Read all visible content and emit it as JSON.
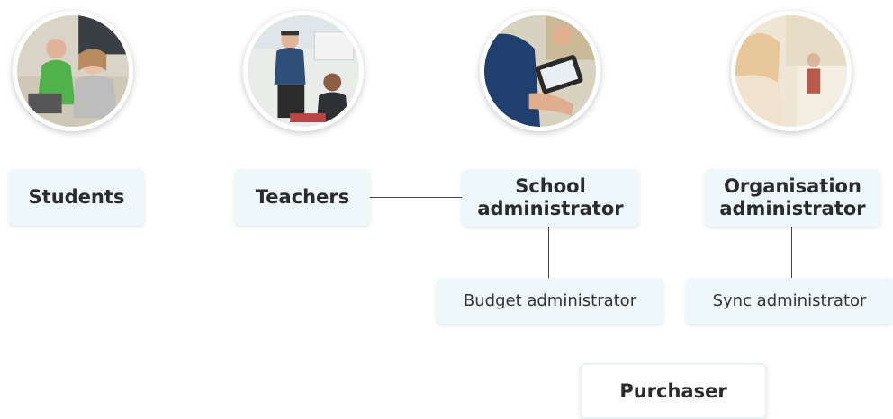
{
  "roles": {
    "students": "Students",
    "teachers": "Teachers",
    "school_admin": "School administrator",
    "org_admin": "Organisation administrator"
  },
  "sub_roles": {
    "budget_admin": "Budget administrator",
    "sync_admin": "Sync administrator"
  },
  "purchaser": "Purchaser",
  "colors": {
    "box_fill": "#eef7f9",
    "line": "#444444",
    "text": "#2b2b2b"
  }
}
